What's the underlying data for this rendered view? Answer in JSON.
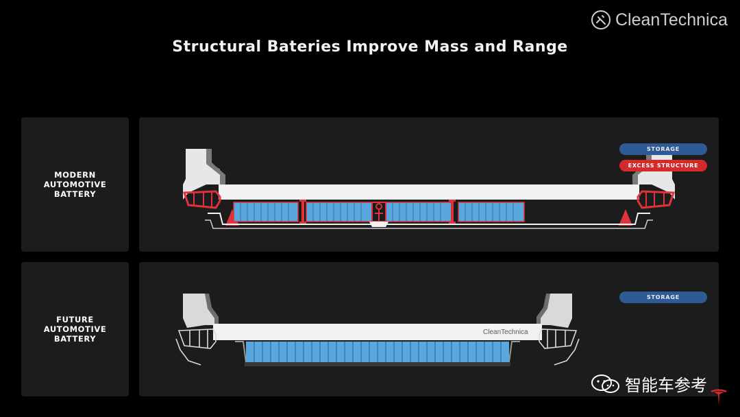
{
  "header": {
    "title": "Structural Bateries Improve Mass and Range",
    "brand": "CleanTechnica"
  },
  "rows": [
    {
      "label": "MODERN\nAUTOMOTIVE\nBATTERY",
      "legend": [
        {
          "label": "STORAGE",
          "color": "#2f5a94"
        },
        {
          "label": "EXCESS STRUCTURE",
          "color": "#d52a2a"
        }
      ]
    },
    {
      "label": "FUTURE\nAUTOMOTIVE\nBATTERY",
      "legend": [
        {
          "label": "STORAGE",
          "color": "#2f5a94"
        }
      ],
      "watermark": "CleanTechnica"
    }
  ],
  "footer": {
    "wechat_account": "智能车参考"
  },
  "colors": {
    "storage": "#5aa7de",
    "excess_structure": "#e0323a",
    "panel": "#1c1c1c",
    "body_white": "#f2f2f2"
  }
}
